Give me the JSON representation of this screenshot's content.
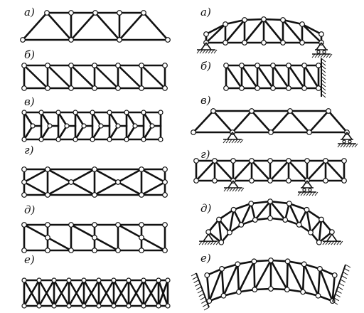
{
  "labels": {
    "left": [
      "а)",
      "б)",
      "в)",
      "г)",
      "д)",
      "е)"
    ],
    "right": [
      "а)",
      "б)",
      "в)",
      "г)",
      "д)",
      "е)"
    ]
  }
}
